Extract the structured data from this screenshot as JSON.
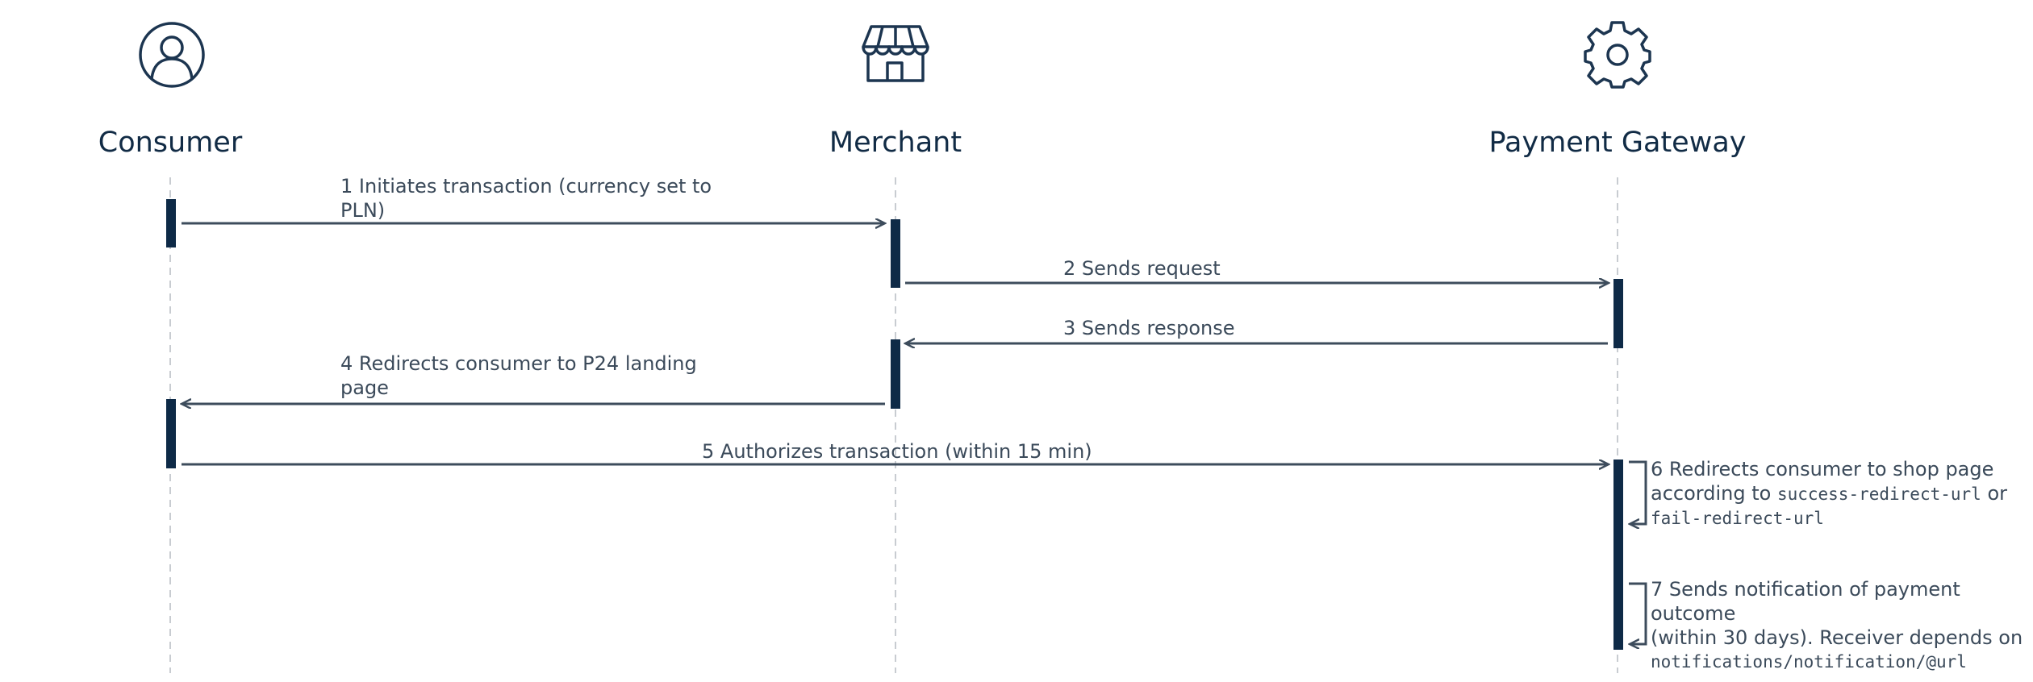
{
  "colors": {
    "ink": "#0e2a47",
    "arrow": "#3d4c5c",
    "lifeline": "#c8ccd1",
    "text": "#3b4a5a"
  },
  "actors": [
    {
      "name": "Consumer",
      "icon": "user-circle-icon"
    },
    {
      "name": "Merchant",
      "icon": "storefront-icon"
    },
    {
      "name": "Payment Gateway",
      "icon": "gear-icon"
    }
  ],
  "messages": [
    {
      "text": "1 Initiates transaction (currency set to",
      "text2": "PLN)"
    },
    {
      "text": "2 Sends request"
    },
    {
      "text": "3 Sends response"
    },
    {
      "text": "4 Redirects consumer to P24 landing",
      "text2": "page"
    },
    {
      "text": "5 Authorizes transaction (within 15 min)"
    },
    {
      "text": "6 Redirects consumer to shop page",
      "text2a": "according to ",
      "code1": "success-redirect-url",
      "text2b": " or",
      "code2": "fail-redirect-url"
    },
    {
      "text": "7 Sends notification of payment outcome",
      "text2": "(within 30 days).  Receiver depends on",
      "code1": "notifications/notification/@url"
    }
  ]
}
